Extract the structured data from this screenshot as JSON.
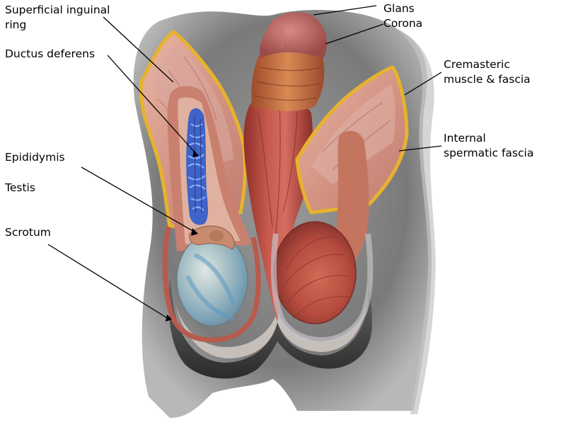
{
  "labels": {
    "superficial_inguinal_ring": [
      "Superficial inguinal",
      "ring"
    ],
    "ductus_deferens": "Ductus deferens",
    "epididymis": "Epididymis",
    "testis": "Testis",
    "scrotum": "Scrotum",
    "glans": "Glans",
    "corona": "Corona",
    "cremasteric": [
      "Cremasteric",
      "muscle & fascia"
    ],
    "internal_spermatic": [
      "Internal",
      "spermatic fascia"
    ]
  },
  "colors": {
    "background_gray": "#7d7d7d",
    "tissue_red": "#b9473f",
    "fascia_yellow": "#e8b830",
    "vein_blue": "#3f63c8",
    "testis_blue": "#8fb5c8",
    "leader_line": "#000000"
  }
}
